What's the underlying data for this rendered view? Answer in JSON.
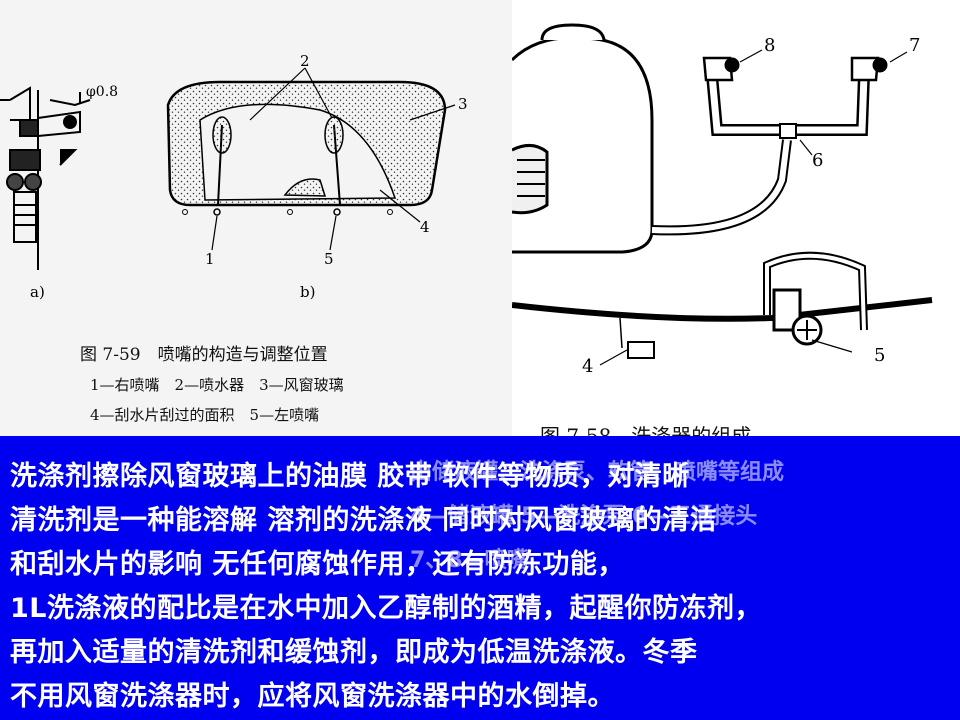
{
  "figure_59": {
    "title": "图 7-59　喷嘴的构造与调整位置",
    "legend_line1": "1—右喷嘴　2—喷水器　3—风窗玻璃",
    "legend_line2": "4—刮水片刮过的面积　5—左喷嘴",
    "sub_a": "a)",
    "sub_b": "b)",
    "phi": "φ0.8",
    "labels": [
      "1",
      "2",
      "3",
      "4",
      "5"
    ]
  },
  "figure_58": {
    "title": "图 7-58　洗涤器的组成",
    "labels": [
      "4",
      "5",
      "6",
      "7",
      "8"
    ]
  },
  "overlay_text": [
    "洗涤剂擦除风窗玻璃上的油膜 胶带 软件等物质，对清晰",
    "清洗剂是一种能溶解 溶剂的洗涤液 同时对风窗玻璃的清洁",
    "和刮水片的影响 无任何腐蚀作用，还有防冻功能，",
    "1L洗涤液的配比是在水中加入乙醇制的酒精，起醒你防冻剂，",
    "再加入适量的清洗剂和缓蚀剂，即成为低温洗涤液。冬季",
    "不用风窗洗涤器时，应将风窗洗涤器中的水倒掉。"
  ],
  "ghost_text": [
    "由储液罐、洗涤泵、软管、喷嘴等组成",
    "4—储液罐 5—洗涤泵 6—三通接头",
    "7、8—喷嘴"
  ],
  "colors": {
    "panel_blue": "#0000f0",
    "text_white": "#ffffff"
  }
}
